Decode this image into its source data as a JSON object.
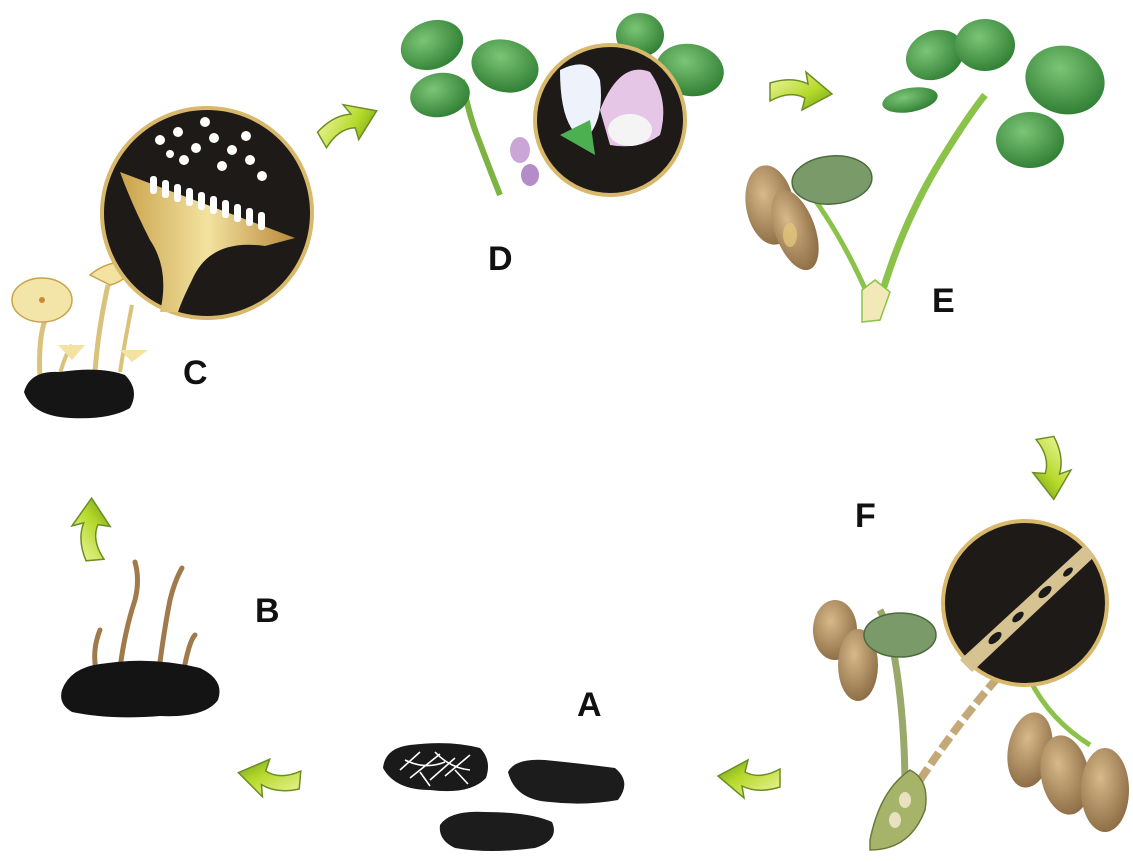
{
  "labels": {
    "a": "A",
    "b": "B",
    "c": "C",
    "d": "D",
    "e": "E",
    "f": "F"
  },
  "colors": {
    "arrow_fill": "#c8e63c",
    "arrow_edge": "#6b8e23",
    "leaf": "#4caf50",
    "leaf_dark": "#2e7d32",
    "stem": "#8bc34a",
    "diseased_leaf": "#b8956a",
    "sclerotium": "#1a1a1a",
    "apothecium": "#e8d48a",
    "flower": "#c9a6d6",
    "spore": "#ffffff"
  },
  "icons": [
    "cycle-arrow-icon"
  ]
}
